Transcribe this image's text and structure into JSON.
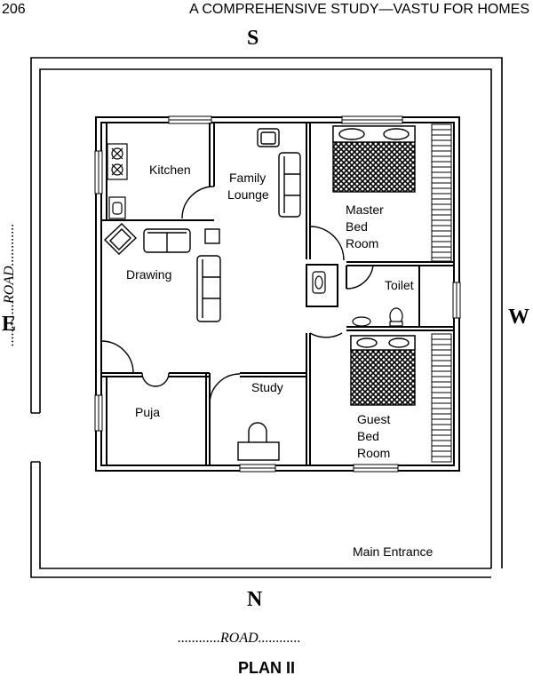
{
  "header": {
    "page_number": "206",
    "running_title": "A COMPREHENSIVE STUDY—VASTU FOR HOMES"
  },
  "compass": {
    "south": "S",
    "east": "E",
    "west": "W",
    "north": "N"
  },
  "roads": {
    "left": "............ROAD............",
    "bottom": "............ROAD............"
  },
  "rooms": {
    "kitchen": "Kitchen",
    "family_lounge": [
      "Family",
      "Lounge"
    ],
    "master_bed_room": [
      "Master",
      "Bed",
      "Room"
    ],
    "drawing": "Drawing",
    "toilet": "Toilet",
    "puja": "Puja",
    "study": "Study",
    "guest_bed_room": [
      "Guest",
      "Bed",
      "Room"
    ]
  },
  "main_entrance": "Main Entrance",
  "caption": "PLAN II"
}
